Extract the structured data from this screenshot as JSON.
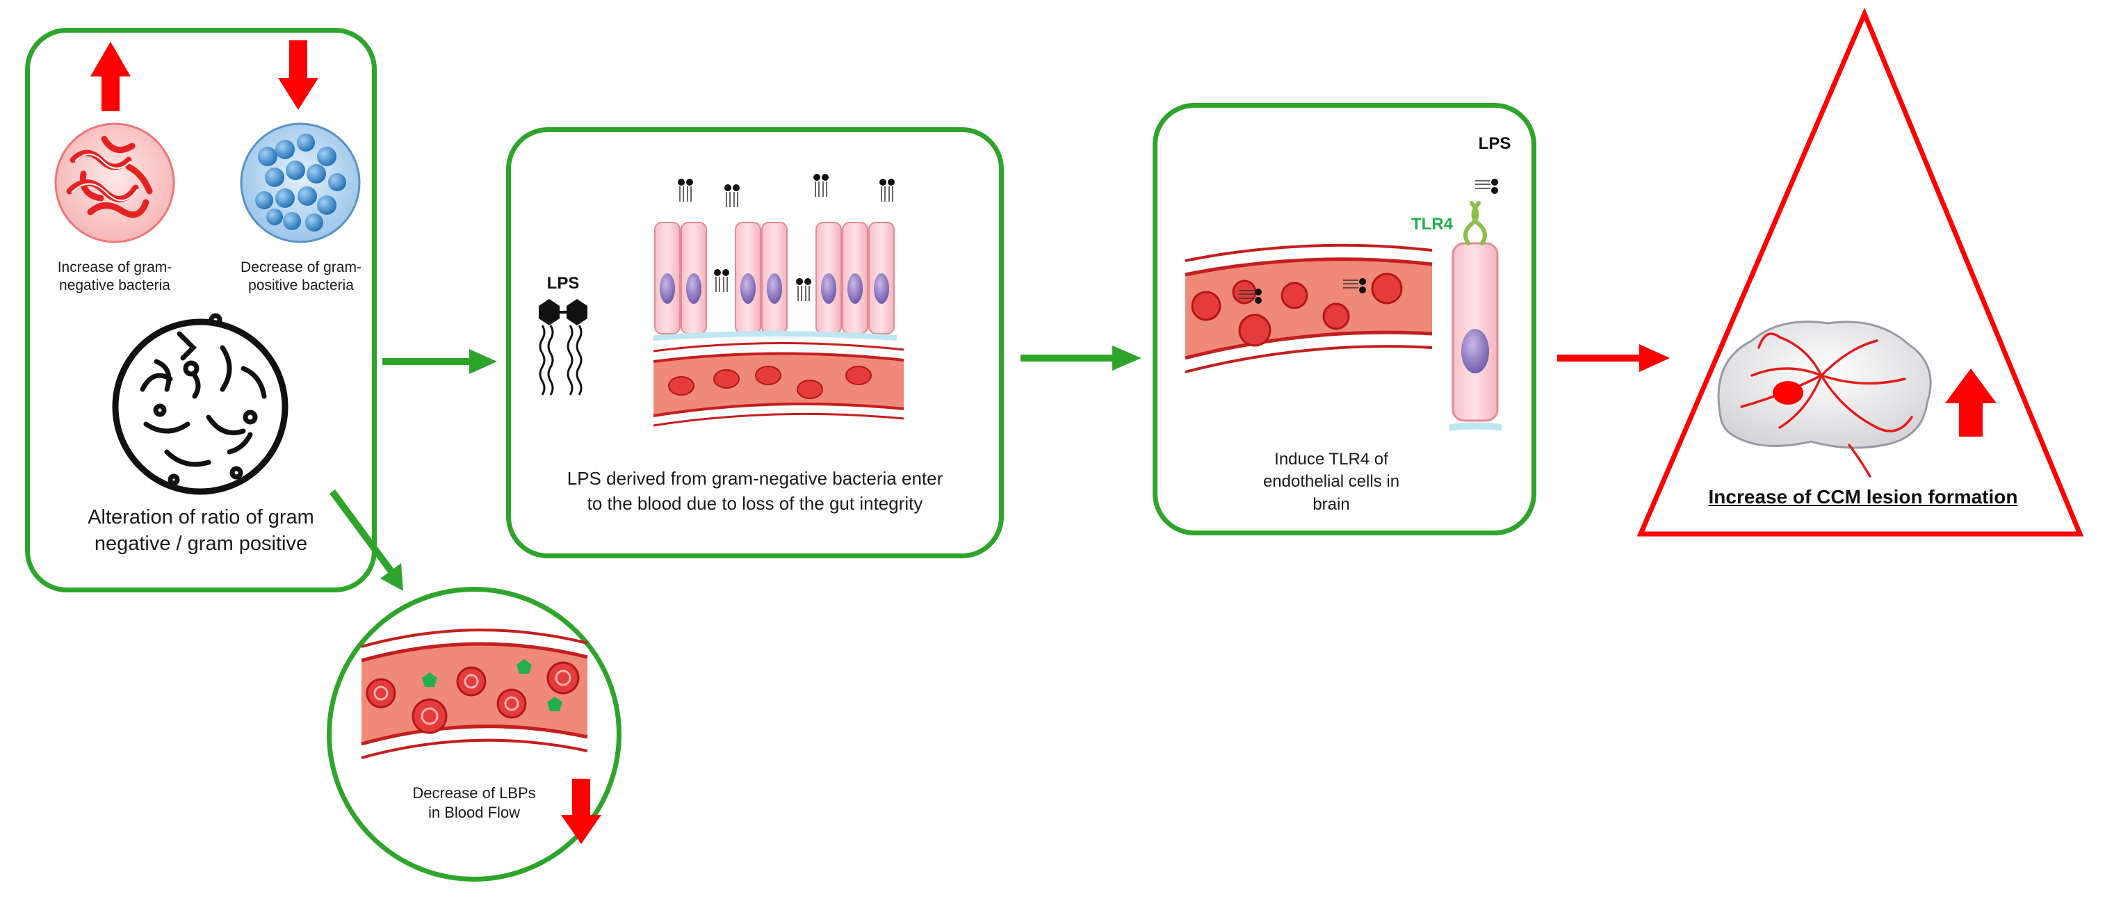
{
  "panel1": {
    "gram_negative_caption": "Increase of gram-\nnegative bacteria",
    "gram_positive_caption": "Decrease of gram-\npositive bacteria",
    "ratio_caption": "Alteration of ratio of gram\nnegative / gram positive"
  },
  "panel_lbp": {
    "caption": "Decrease of LBPs\nin Blood Flow"
  },
  "panel2": {
    "lps_label": "LPS",
    "caption": "LPS derived from gram-negative bacteria enter\nto the blood due to loss of the gut integrity"
  },
  "panel3": {
    "lps_label": "LPS",
    "tlr4_label": "TLR4",
    "caption": "Induce TLR4 of\nendothelial cells in\nbrain"
  },
  "outcome": {
    "caption": "Increase of CCM lesion formation"
  },
  "colors": {
    "panel_border": "#2ea52a",
    "arrow_green": "#2ea52a",
    "arrow_red": "#ff0000",
    "triangle_red": "#ff0000",
    "blood_vessel": "#f08a78",
    "lps_label_green": "#22b04b"
  }
}
